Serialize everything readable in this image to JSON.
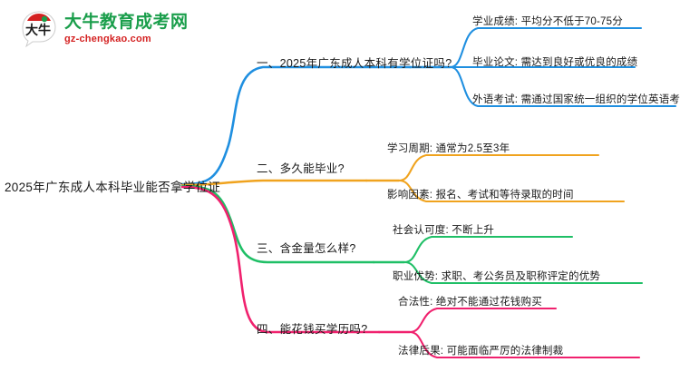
{
  "logo": {
    "mark_name": "daniu-circle-logo",
    "mark_text": "大牛",
    "title": "大牛教育成考网",
    "subtitle": "gz-chengkao.com",
    "title_color": "#1a9e4b",
    "subtitle_color": "#d42121"
  },
  "mindmap": {
    "root": {
      "label": "2025年广东成人本科毕业能否拿学位证"
    },
    "branches": [
      {
        "index": "1",
        "label": "一、2025年广东成人本科有学位证吗?",
        "color": "#1f8fe0",
        "children": [
          {
            "label": "学业成绩: 平均分不低于70-75分"
          },
          {
            "label": "毕业论文: 需达到良好或优良的成绩"
          },
          {
            "label": "外语考试: 需通过国家统一组织的学位英语考试"
          }
        ]
      },
      {
        "index": "2",
        "label": "二、多久能毕业?",
        "color": "#f0a31e",
        "children": [
          {
            "label": "学习周期: 通常为2.5至3年"
          },
          {
            "label": "影响因素: 报名、考试和等待录取的时间"
          }
        ]
      },
      {
        "index": "3",
        "label": "三、含金量怎么样?",
        "color": "#1fbf66",
        "children": [
          {
            "label": "社会认可度: 不断上升"
          },
          {
            "label": "职业优势: 求职、考公务员及职称评定的优势"
          }
        ]
      },
      {
        "index": "4",
        "label": "四、能花钱买学历吗?",
        "color": "#f0216e",
        "children": [
          {
            "label": "合法性: 绝对不能通过花钱购买"
          },
          {
            "label": "法律后果: 可能面临严厉的法律制裁"
          }
        ]
      }
    ]
  }
}
